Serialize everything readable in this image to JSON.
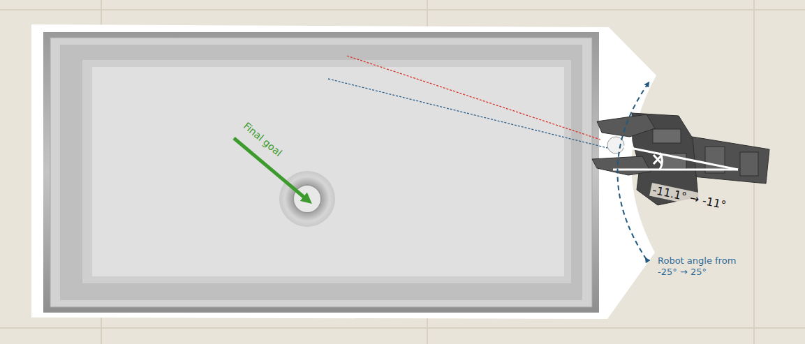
{
  "diagram": {
    "labels": [
      "Final goal",
      "-11.1° → -11°",
      "Robot angle from -25° → 25°"
    ]
  }
}
